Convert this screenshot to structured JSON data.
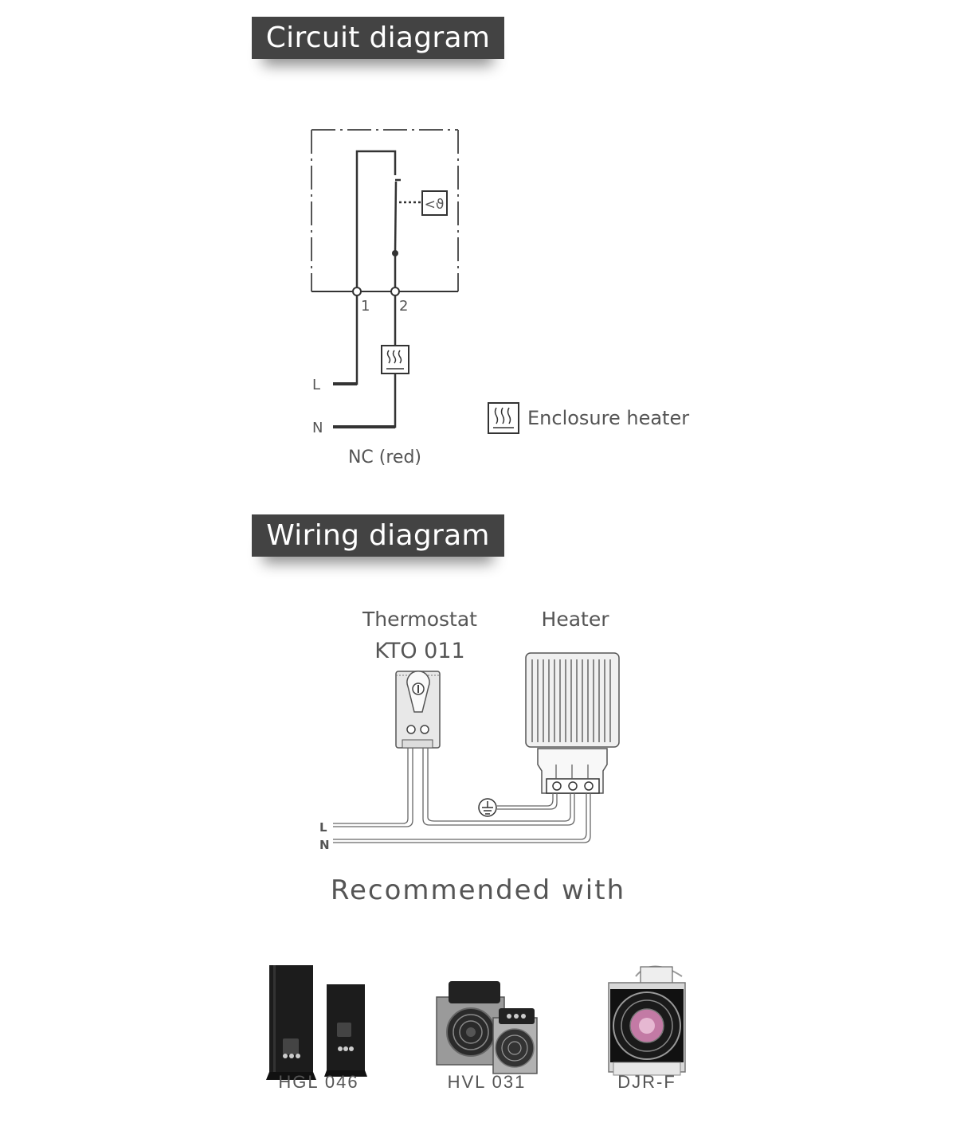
{
  "sections": {
    "circuit_title": "Circuit diagram",
    "wiring_title": "Wiring diagram"
  },
  "circuit": {
    "terminal_1": "1",
    "terminal_2": "2",
    "line_L": "L",
    "line_N": "N",
    "contact_type": "NC (red)",
    "thermo_symbol": "<ϑ",
    "legend_label": "Enclosure heater"
  },
  "wiring": {
    "thermostat_label": "Thermostat",
    "thermostat_model": "KTO 011",
    "heater_label": "Heater",
    "line_L": "L",
    "line_N": "N"
  },
  "recommended": {
    "heading": "Recommended with",
    "products": [
      {
        "name": "HGL 046"
      },
      {
        "name": "HVL 031"
      },
      {
        "name": "DJR-F"
      }
    ]
  }
}
